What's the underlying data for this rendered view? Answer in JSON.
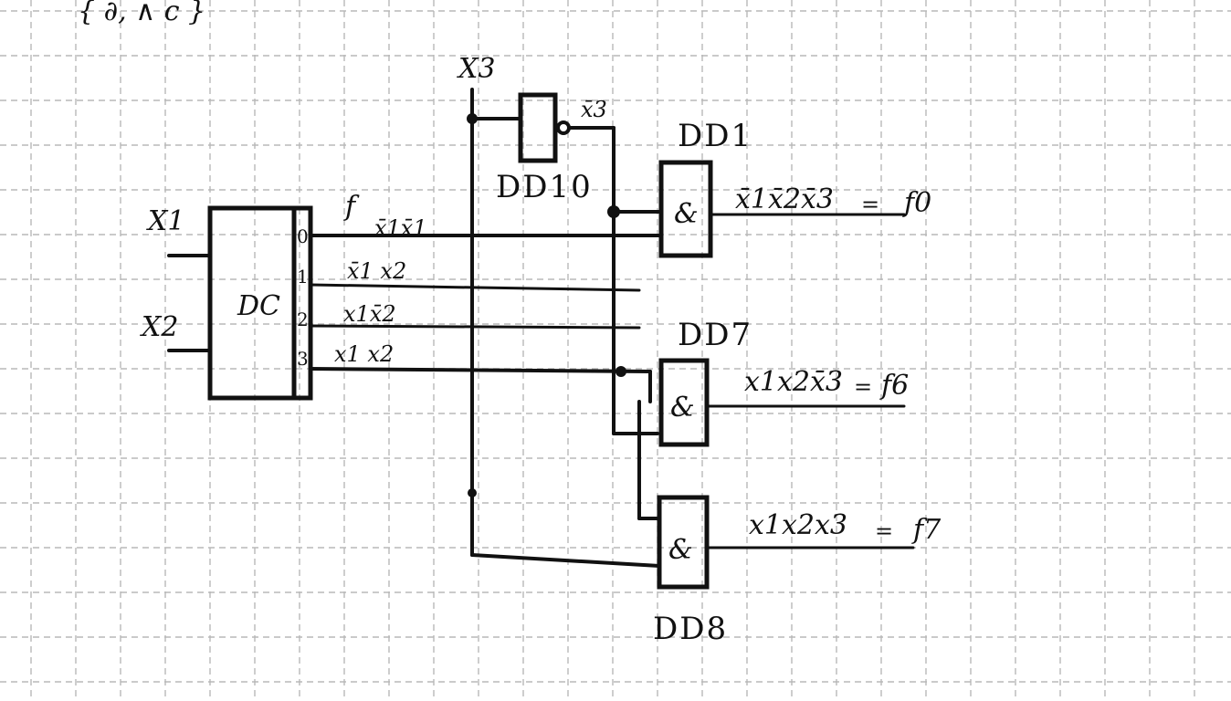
{
  "header": {
    "fragment": "{ ∂, ∧ c }"
  },
  "decoder": {
    "label": "DC",
    "input_1": "X1",
    "input_2": "X2",
    "pins": [
      "0",
      "1",
      "2",
      "3"
    ],
    "outputs": [
      "x̄1x̄1",
      "x̄1 x2",
      "x1x̄2",
      "x1 x2"
    ],
    "marker": "f"
  },
  "input_x3": "X3",
  "inverter": {
    "label": "DD10",
    "output": "x̄3"
  },
  "gates": [
    {
      "id": "DD1",
      "symbol": "&",
      "expression": "x̄1x̄2x̄3",
      "result": "f0"
    },
    {
      "id": "DD7",
      "symbol": "&",
      "expression": "x1x2x̄3",
      "result": "f6"
    },
    {
      "id": "DD8",
      "symbol": "&",
      "expression": "x1x2x3",
      "result": "f7"
    }
  ],
  "equals": "="
}
